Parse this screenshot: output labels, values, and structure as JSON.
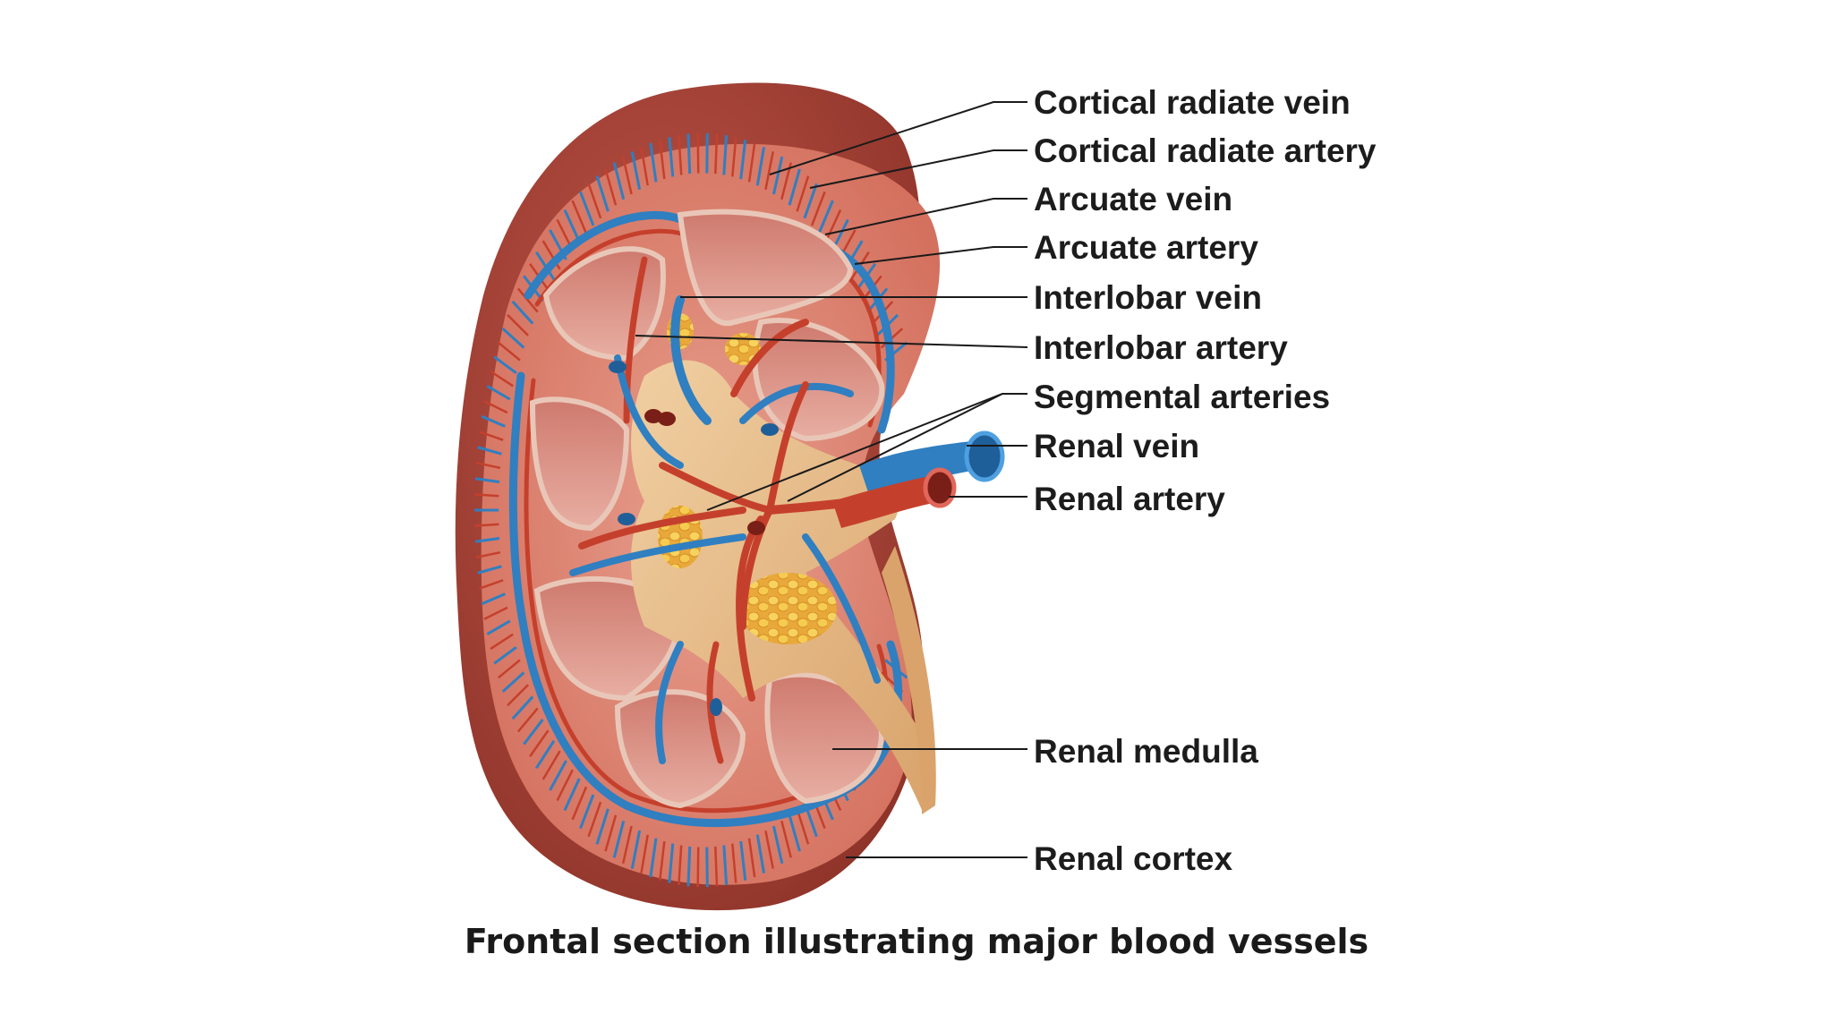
{
  "labels": {
    "cortical_radiate_vein": "Cortical radiate vein",
    "cortical_radiate_artery": "Cortical radiate artery",
    "arcuate_vein": "Arcuate vein",
    "arcuate_artery": "Arcuate artery",
    "interlobar_vein": "Interlobar vein",
    "interlobar_artery": "Interlobar artery",
    "segmental_arteries": "Segmental arteries",
    "renal_vein": "Renal vein",
    "renal_artery": "Renal artery",
    "renal_medulla": "Renal medulla",
    "renal_cortex": "Renal cortex"
  },
  "caption": "Frontal section illustrating major blood vessels",
  "colors": {
    "capsule": "#a5453b",
    "cortex": "#d9806e",
    "medulla": "#d98a7e",
    "sinus": "#ebc08e",
    "fat": "#f2c24a",
    "artery": "#c5402c",
    "vein": "#2f7fc1",
    "leader_line": "#1a1a1a",
    "text": "#1c1c1c"
  }
}
